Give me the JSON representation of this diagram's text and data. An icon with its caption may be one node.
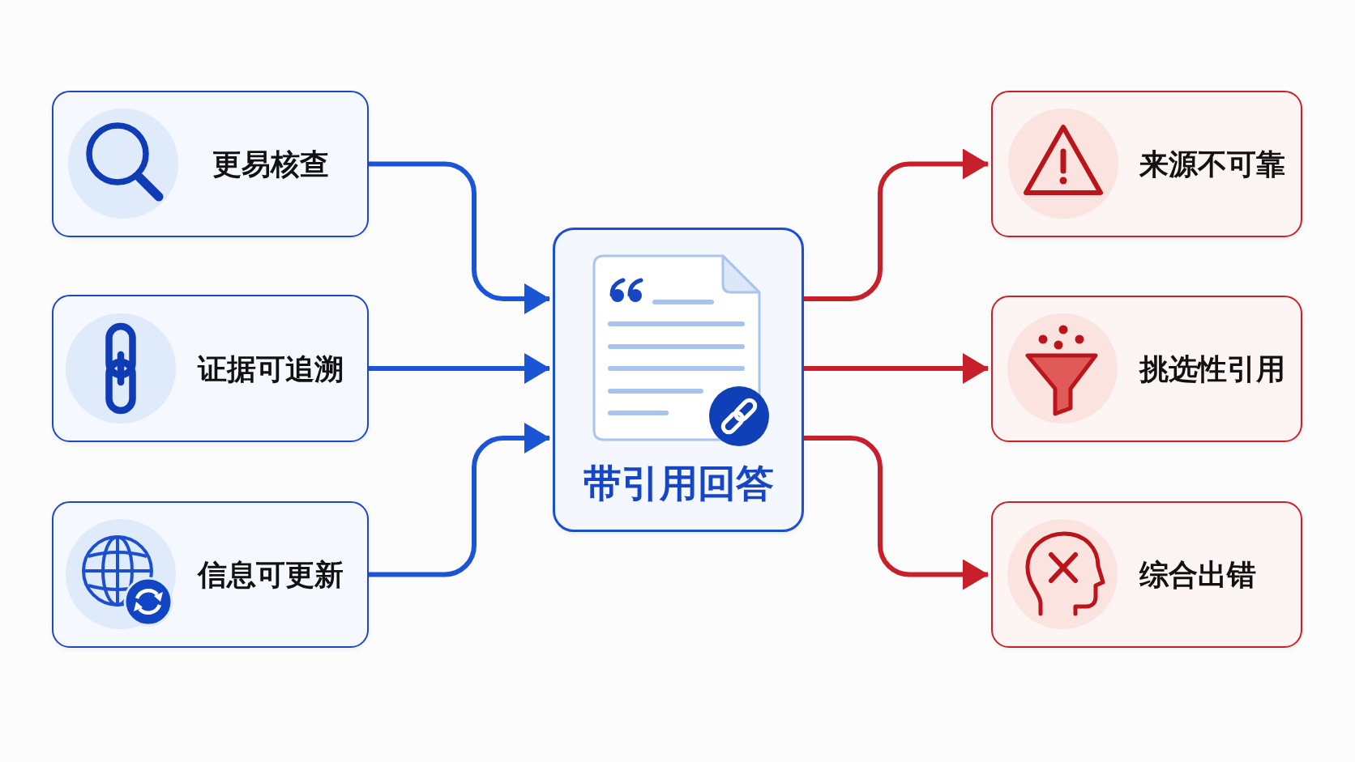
{
  "diagram": {
    "nodes": [
      {
        "text": [
          "更易核查"
        ]
      },
      {
        "text": [
          "证据可追溯"
        ]
      },
      {
        "text": [
          "信息可更新"
        ]
      },
      {
        "text": [
          "带引用回答"
        ]
      },
      {
        "text": [
          "来源不可靠"
        ]
      },
      {
        "text": [
          "挑选性引用"
        ]
      },
      {
        "text": [
          "综合出错"
        ]
      }
    ],
    "edges": [
      {
        "from": 0,
        "to": 3,
        "arrow": "to"
      },
      {
        "from": 1,
        "to": 3,
        "arrow": "to"
      },
      {
        "from": 2,
        "to": 3,
        "arrow": "to"
      },
      {
        "from": 3,
        "to": 4,
        "arrow": "to",
        "color": "#c8202a"
      },
      {
        "from": 3,
        "to": 5,
        "arrow": "to",
        "color": "#c8202a"
      },
      {
        "from": 3,
        "to": 6,
        "arrow": "to",
        "color": "#c8202a"
      }
    ]
  }
}
